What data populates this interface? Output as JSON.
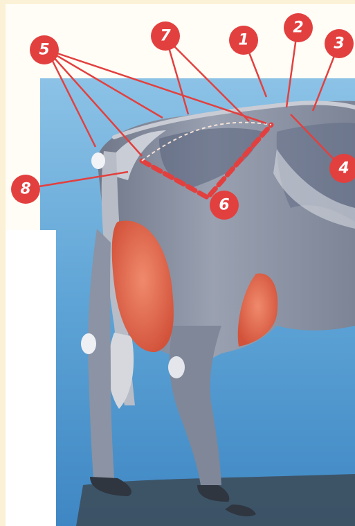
{
  "colors": {
    "page_background": "#fbf1d6",
    "sky": "#6aa9d4",
    "ground_shadow": "#3c4a56",
    "cow_body": "#8e96a7",
    "cow_highlight": "#dde0e6",
    "udder": "#e56a50",
    "callout": "#e2403f",
    "callout_text": "#ffffff"
  },
  "callouts": [
    {
      "id": "c1",
      "number": "1"
    },
    {
      "id": "c2",
      "number": "2"
    },
    {
      "id": "c3",
      "number": "3"
    },
    {
      "id": "c4",
      "number": "4"
    },
    {
      "id": "c5",
      "number": "5"
    },
    {
      "id": "c6",
      "number": "6"
    },
    {
      "id": "c7",
      "number": "7"
    },
    {
      "id": "c8",
      "number": "8"
    }
  ]
}
